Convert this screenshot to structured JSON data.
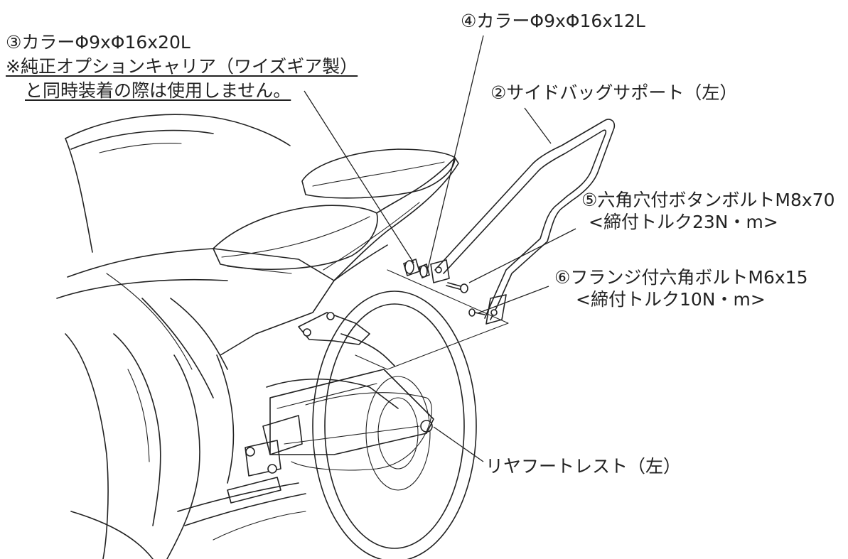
{
  "colors": {
    "line": "#222222",
    "background": "#ffffff"
  },
  "labels": {
    "collar_20": {
      "line1": "③カラーΦ9xΦ16x20L",
      "line2": "※純正オプションキャリア（ワイズギア製）",
      "line3": "と同時装着の際は使用しません。"
    },
    "collar_12": "④カラーΦ9xΦ16x12L",
    "support_left": "②サイドバッグサポート（左）",
    "button_bolt": {
      "line1": "⑤六角穴付ボタンボルトM8x70",
      "line2": "<締付トルク23N・m>"
    },
    "flange_bolt": {
      "line1": "⑥フランジ付六角ボルトM6x15",
      "line2": "<締付トルク10N・m>"
    },
    "rear_footrest": "リヤフートレスト（左）"
  }
}
